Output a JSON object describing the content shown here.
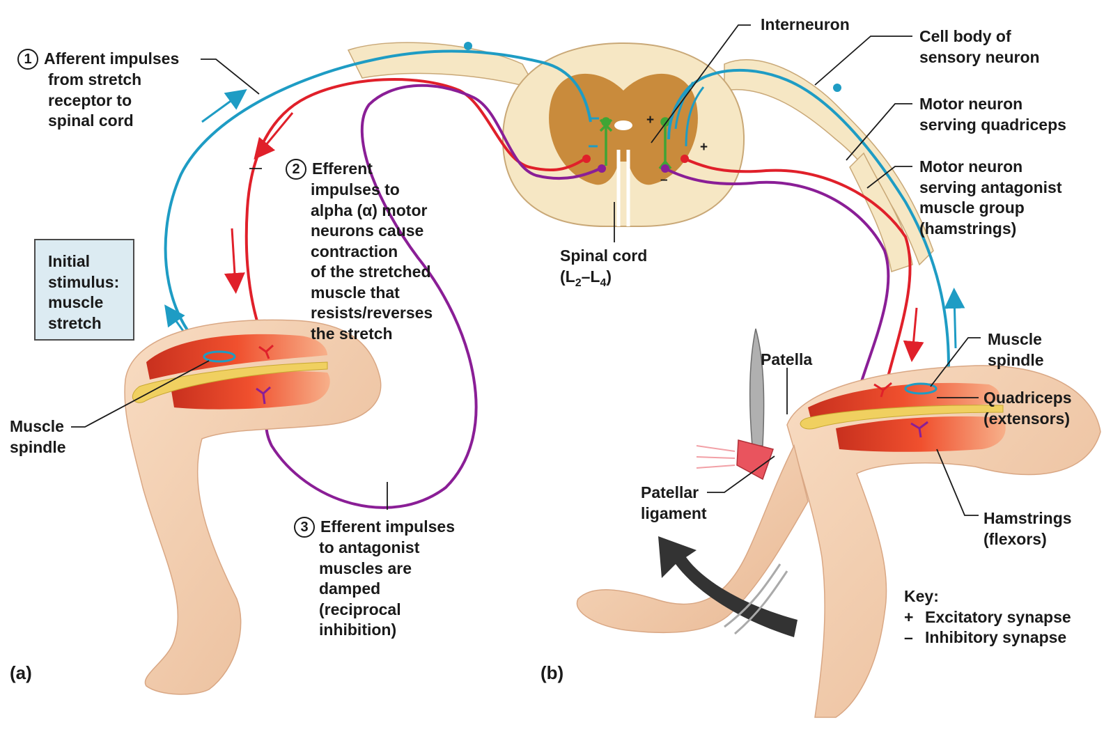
{
  "panels": {
    "a": "(a)",
    "b": "(b)"
  },
  "steps": [
    {
      "number": "1",
      "lines": [
        "Afferent impulses",
        "from stretch",
        "receptor to",
        "spinal cord"
      ]
    },
    {
      "number": "2",
      "lines": [
        "Efferent",
        "impulses to",
        "alpha (α) motor",
        "neurons cause",
        "contraction",
        "of the stretched",
        "muscle that",
        "resists/reverses",
        "the stretch"
      ]
    },
    {
      "number": "3",
      "lines": [
        "Efferent impulses",
        "to antagonist",
        "muscles are",
        "damped",
        "(reciprocal",
        "inhibition)"
      ]
    }
  ],
  "initial_stimulus": [
    "Initial",
    "stimulus:",
    "muscle",
    "stretch"
  ],
  "labels": {
    "muscle_spindle_a": [
      "Muscle",
      "spindle"
    ],
    "interneuron": "Interneuron",
    "cell_body": [
      "Cell body of",
      "sensory neuron"
    ],
    "motor_quadriceps": [
      "Motor neuron",
      "serving quadriceps"
    ],
    "motor_antagonist": [
      "Motor neuron",
      "serving antagonist",
      "muscle group",
      "(hamstrings)"
    ],
    "spinal_cord": {
      "name": "Spinal cord",
      "segment_open": "(L",
      "sub1": "2",
      "dash": "–L",
      "sub2": "4",
      "segment_close": ")"
    },
    "patella": "Patella",
    "muscle_spindle_b": [
      "Muscle",
      "spindle"
    ],
    "quadriceps": [
      "Quadriceps",
      "(extensors)"
    ],
    "hamstrings": [
      "Hamstrings",
      "(flexors)"
    ],
    "patellar_ligament": [
      "Patellar",
      "ligament"
    ]
  },
  "synapse_signs": {
    "plus": "+",
    "minus": "–"
  },
  "key": {
    "title": "Key:",
    "items": [
      {
        "symbol": "+",
        "text": "Excitatory synapse"
      },
      {
        "symbol": "–",
        "text": "Inhibitory synapse"
      }
    ]
  },
  "colors": {
    "afferent": "#1e9cc4",
    "efferent_alpha": "#e0202a",
    "efferent_antagonist": "#8a1e96",
    "interneuron": "#3fa535",
    "gray_matter": "#c98b3c",
    "white_matter": "#f6e7c4",
    "skin": "#f5d2b2",
    "muscle": "#e0402a",
    "bone": "#f0d060",
    "stimulus_box": "#dcebf2",
    "movement_arrow": "#333333"
  }
}
